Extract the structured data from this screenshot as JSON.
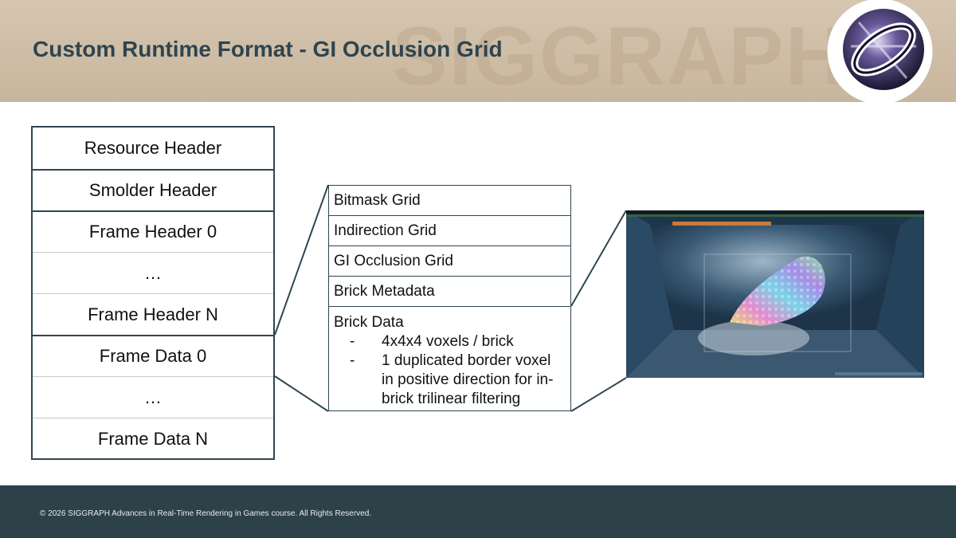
{
  "slide": {
    "title": "Custom Runtime Format - GI Occlusion Grid",
    "watermark": "SIGGRAPH",
    "footer": "© 2026 SIGGRAPH Advances in Real-Time Rendering in Games course. All Rights Reserved."
  },
  "file_layout": [
    "Resource Header",
    "Smolder Header",
    "Frame Header 0",
    "…",
    "Frame Header N",
    "Frame Data 0",
    "…",
    "Frame Data N"
  ],
  "frame_data_layout": {
    "rows": [
      "Bitmask Grid",
      "Indirection Grid",
      "GI Occlusion Grid",
      "Brick Metadata"
    ],
    "brick_data": {
      "label": "Brick Data",
      "bullet_marker": "-",
      "bullets": [
        "4x4x4 voxels / brick",
        "1 duplicated border voxel in positive direction for in-brick trilinear filtering"
      ]
    }
  },
  "colors": {
    "header_band": "#cdbba3",
    "title_text": "#2d4550",
    "outline": "#2f464f",
    "footer_band": "#2d4149"
  },
  "icons": [
    "siggraph-logo-icon"
  ]
}
